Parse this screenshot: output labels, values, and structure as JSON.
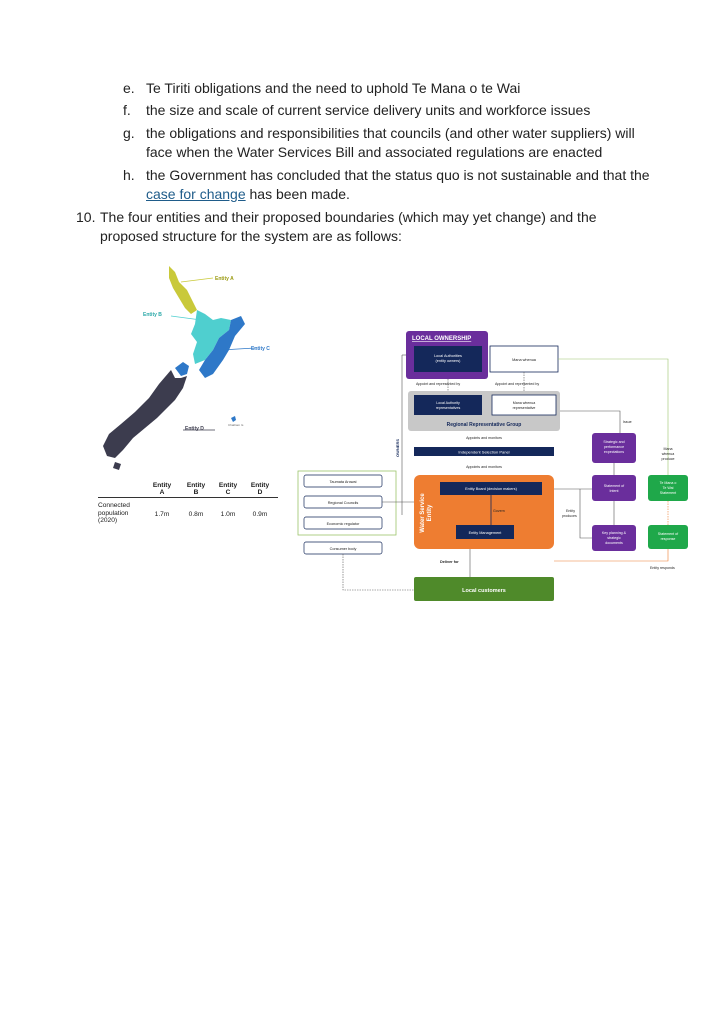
{
  "list": {
    "e": {
      "marker": "e.",
      "text": "Te Tiriti obligations and the need to uphold Te Mana o te Wai"
    },
    "f": {
      "marker": "f.",
      "text": "the size and scale of current service delivery units and workforce issues"
    },
    "g": {
      "marker": "g.",
      "line1": "the obligations and responsibilities that councils (and other water suppliers) will",
      "line2": "face when the Water Services Bill and associated regulations are enacted"
    },
    "h": {
      "marker": "h.",
      "line1": "the Government has concluded that the status quo is not sustainable and that the",
      "link": "case for change",
      "line2_rest": " has been made."
    }
  },
  "item10": {
    "marker": "10.",
    "line1": "The four entities and their proposed boundaries (which may yet change) and the",
    "line2": "proposed structure for the system are as follows:"
  },
  "map": {
    "entity_labels": [
      "Entity A",
      "Entity B",
      "Entity C",
      "Entity D"
    ],
    "legend_text": "Chatham Is",
    "colors": {
      "A": "#c9c93a",
      "B": "#4fcfcf",
      "C": "#2e78c8",
      "D": "#3c3c4e"
    },
    "table": {
      "headers": [
        [
          "Entity",
          "A"
        ],
        [
          "Entity",
          "B"
        ],
        [
          "Entity",
          "C"
        ],
        [
          "Entity",
          "D"
        ]
      ],
      "row_label": [
        "Connected",
        "population",
        "(2020)"
      ],
      "values": [
        "1.7m",
        "0.8m",
        "1.0m",
        "0.9m"
      ]
    }
  },
  "diagram": {
    "local_ownership": "LOCAL OWNERSHIP",
    "local_authorities": [
      "Local Authorities",
      "(entity owners)"
    ],
    "mana_whenua": "Mana whenua",
    "appoint1": "Appoint and represented by",
    "appoint2": "Appoint and represented by",
    "la_rep": [
      "Local Authority",
      "representatives"
    ],
    "mw_rep": [
      "Mana whenua",
      "representative"
    ],
    "rrg": "Regional Representative Group",
    "appoints_monitors1": "Appoints and monitors",
    "isp": "Independent Selection Panel",
    "appoints_monitors2": "Appoints and monitors",
    "owners": "OWNERS",
    "issue": "Issue",
    "strategic": [
      "Strategic and",
      "performance",
      "expectations"
    ],
    "mw_produce": [
      "Mana",
      "whenua",
      "produce"
    ],
    "te_mana": [
      "Te Mana o",
      "Te Wai",
      "Statement"
    ],
    "statement_intent": [
      "Statement of",
      "Intent"
    ],
    "entity_produces": [
      "Entity",
      "produces"
    ],
    "key_planning": [
      "Key planning &",
      "strategic",
      "documents"
    ],
    "statement_response": [
      "Statement of",
      "response"
    ],
    "entity_responds": "Entity responds",
    "wse": [
      "Water Service",
      "Entity"
    ],
    "entity_board": "Entity Board (decision makers)",
    "govern": "Govern",
    "entity_management": "Entity Management",
    "taumata": "Taumata Arowai",
    "regional_councils": "Regional Councils",
    "economic_regulator": "Economic regulator",
    "consumer_body": "Consumer body",
    "deliver_for": "Deliver for",
    "local_customers": "Local customers",
    "colors": {
      "purple": "#6a2e9c",
      "navy": "#14285a",
      "orange": "#ee7d31",
      "green": "#1fa84a",
      "dark_green": "#4f8a2a",
      "grey": "#c8c8c8"
    }
  }
}
